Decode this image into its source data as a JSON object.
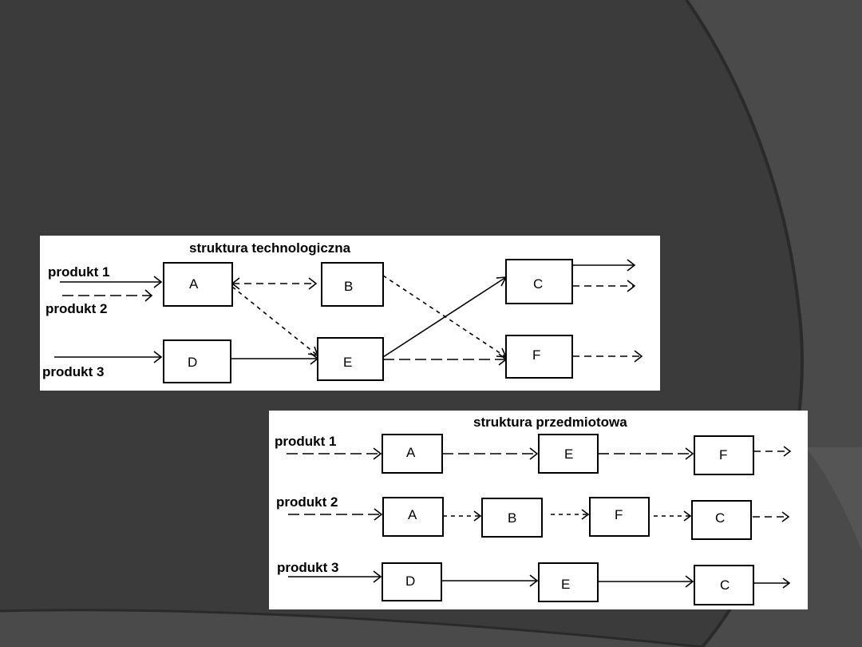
{
  "technological": {
    "title": "struktura technologiczna",
    "labels": [
      "produkt 1",
      "produkt 2",
      "produkt 3"
    ],
    "boxes": [
      "A",
      "B",
      "C",
      "D",
      "E",
      "F"
    ]
  },
  "subject": {
    "title": "struktura przedmiotowa",
    "rows": [
      {
        "label": "produkt 1",
        "boxes": [
          "A",
          "E",
          "F"
        ]
      },
      {
        "label": "produkt 2",
        "boxes": [
          "A",
          "B",
          "F",
          "C"
        ]
      },
      {
        "label": "produkt 3",
        "boxes": [
          "D",
          "E",
          "C"
        ]
      }
    ]
  }
}
